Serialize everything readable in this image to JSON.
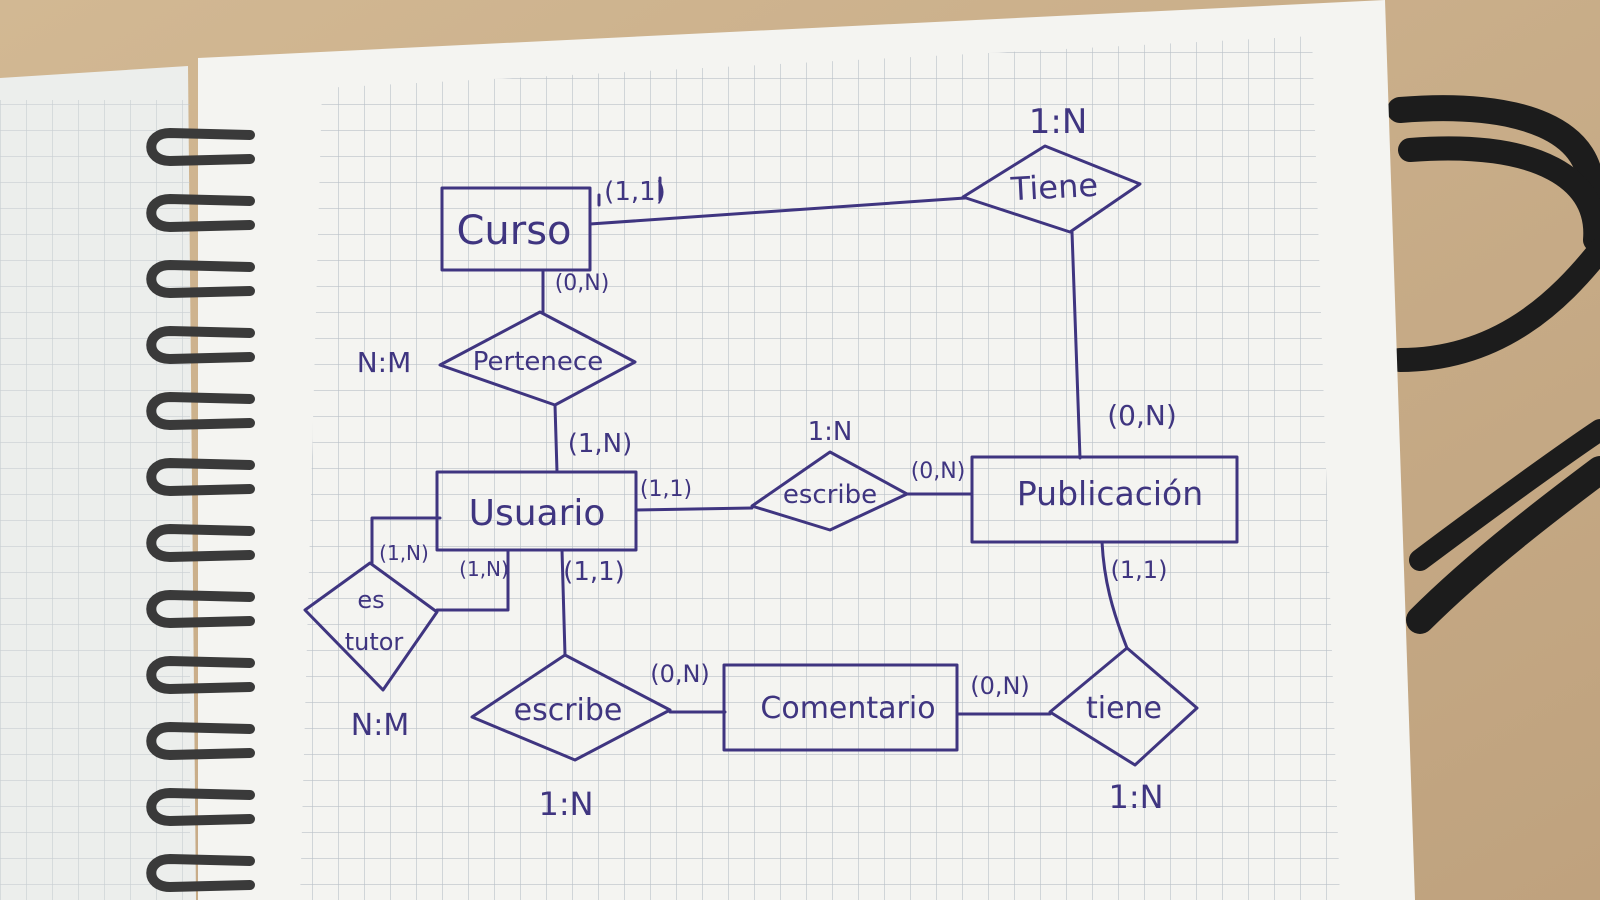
{
  "entities": {
    "curso": "Curso",
    "usuario": "Usuario",
    "publicacion": "Publicación",
    "comentario": "Comentario"
  },
  "relationships": {
    "tiene_top": "Tiene",
    "pertenece": "Pertenece",
    "escribe_mid": "escribe",
    "es_tutor_line1": "es",
    "es_tutor_line2": "tutor",
    "escribe_bottom": "escribe",
    "tiene_bottom": "tiene"
  },
  "cardinality_types": {
    "tiene_top": "1:N",
    "pertenece": "N:M",
    "escribe_mid": "1:N",
    "es_tutor": "N:M",
    "escribe_bottom": "1:N",
    "tiene_bottom": "1:N"
  },
  "participation": {
    "curso_tiene": "(1,1)",
    "curso_pertenece": "(0,N)",
    "usuario_pertenece": "(1,N)",
    "usuario_escribe_mid": "(1,1)",
    "publicacion_escribe": "(0,N)",
    "publicacion_tiene_top": "(0,N)",
    "usuario_tutor_a": "(1,N)",
    "usuario_tutor_b": "(1,N)",
    "usuario_escribe_bottom": "(1,1)",
    "publicacion_tiene_bottom": "(1,1)",
    "comentario_escribe": "(0,N)",
    "comentario_tiene": "(0,N)"
  },
  "colors": {
    "ink": "#3f3580",
    "paper": "#f4f4f1",
    "grid": "#b9c0c7",
    "table": "#c9ad8a",
    "spiral": "#3a3a3a",
    "cable": "#1c1c1c"
  }
}
